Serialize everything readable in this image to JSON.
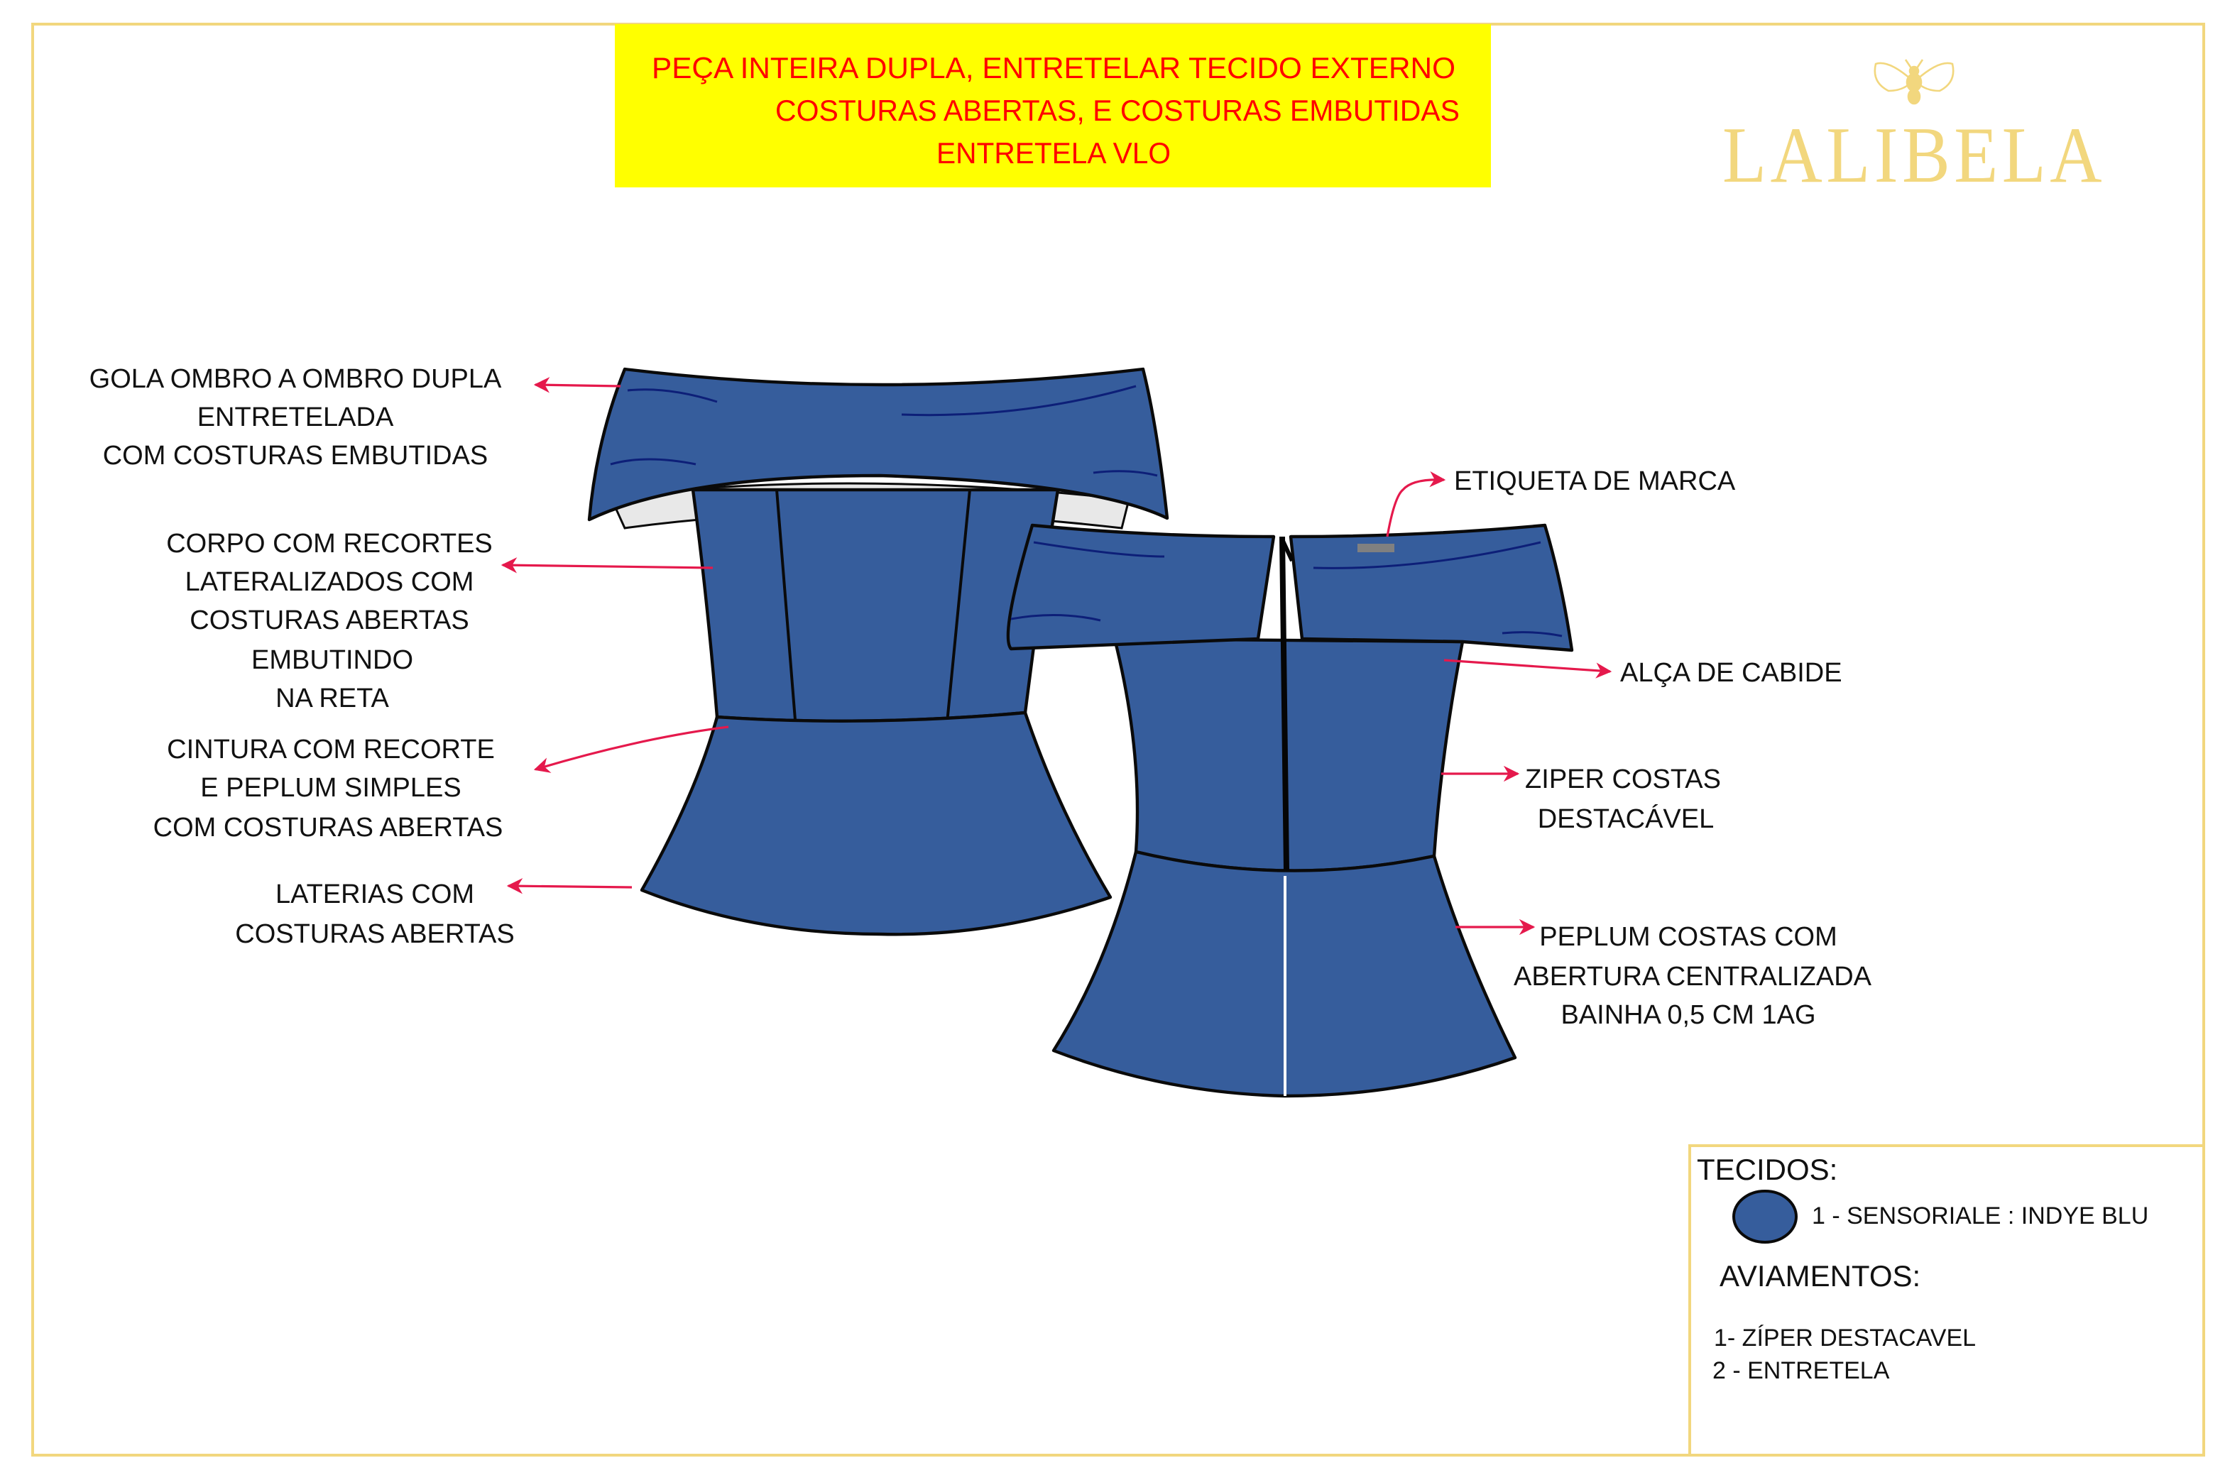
{
  "header": {
    "lines": [
      "PEÇA  INTEIRA DUPLA,  ENTRETELAR  TECIDO EXTERNO",
      "COSTURAS ABERTAS, E COSTURAS EMBUTIDAS",
      "ENTRETELA VLO"
    ]
  },
  "logo": {
    "text": "LALIBELA"
  },
  "front_annotations": {
    "gola": [
      "GOLA OMBRO A OMBRO DUPLA",
      "ENTRETELADA",
      "COM COSTURAS EMBUTIDAS"
    ],
    "corpo": [
      "CORPO COM RECORTES",
      "LATERALIZADOS COM",
      "COSTURAS ABERTAS",
      "EMBUTINDO",
      "NA RETA"
    ],
    "cintura": [
      "CINTURA COM RECORTE",
      "E PEPLUM SIMPLES",
      "COM COSTURAS ABERTAS"
    ],
    "laterias": [
      "LATERIAS COM",
      "COSTURAS ABERTAS"
    ]
  },
  "back_annotations": {
    "etiqueta": "ETIQUETA DE MARCA",
    "alca": "ALÇA DE CABIDE",
    "ziper": [
      "ZIPER COSTAS",
      "DESTACÁVEL"
    ],
    "peplum": [
      "PEPLUM COSTAS COM",
      "ABERTURA CENTRALIZADA",
      "BAINHA 0,5 CM  1AG"
    ]
  },
  "legend": {
    "tecidos_title": "TECIDOS:",
    "tecidos": [
      {
        "label": "1 - SENSORIALE : INDYE BLU",
        "color": "#365d9c"
      }
    ],
    "aviamentos_title": "AVIAMENTOS:",
    "aviamentos": [
      "1- ZÍPER DESTACAVEL",
      "2 - ENTRETELA"
    ]
  },
  "colors": {
    "fabric": "#365d9c",
    "border": "#f2d77e",
    "header_bg": "#ffff00",
    "header_text": "#ff0000",
    "arrow": "#e5194c"
  }
}
